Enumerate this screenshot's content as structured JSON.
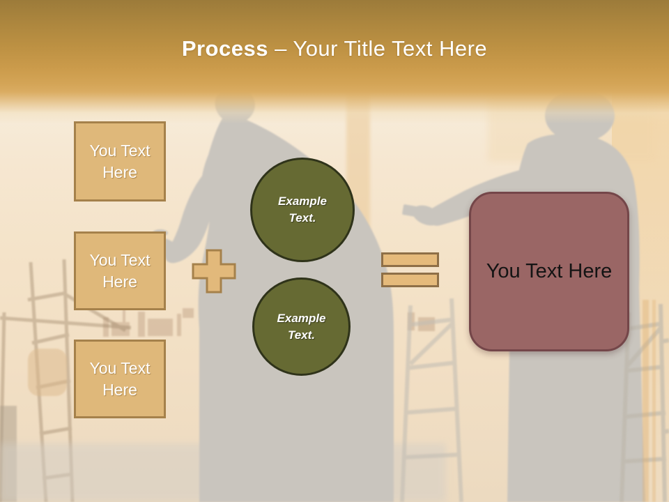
{
  "header": {
    "title_bold": "Process",
    "title_rest": " – Your Title Text Here"
  },
  "left_boxes": [
    {
      "label": "You Text\nHere"
    },
    {
      "label": "You Text\nHere"
    },
    {
      "label": "You Text\nHere"
    }
  ],
  "operators": {
    "plus_icon": "plus-shape",
    "equals_icon": "equals-shape"
  },
  "circles": [
    {
      "label": "Example\nText."
    },
    {
      "label": "Example\nText."
    }
  ],
  "result_box": {
    "label": "You Text Here"
  },
  "colors": {
    "header_gold_top": "#9C7B3A",
    "header_gold_bottom": "#DAAC62",
    "title_text": "#FFFFFF",
    "box_fill": "#DFB87A",
    "box_border": "#A5814B",
    "circle_fill": "#666A33",
    "circle_border": "#2F331A",
    "equals_border": "#8E6F47",
    "result_fill": "#9A6665",
    "result_border": "#744649",
    "silhouette_gray": "#C9C5BE",
    "background_cream": "#F4E3C9"
  }
}
